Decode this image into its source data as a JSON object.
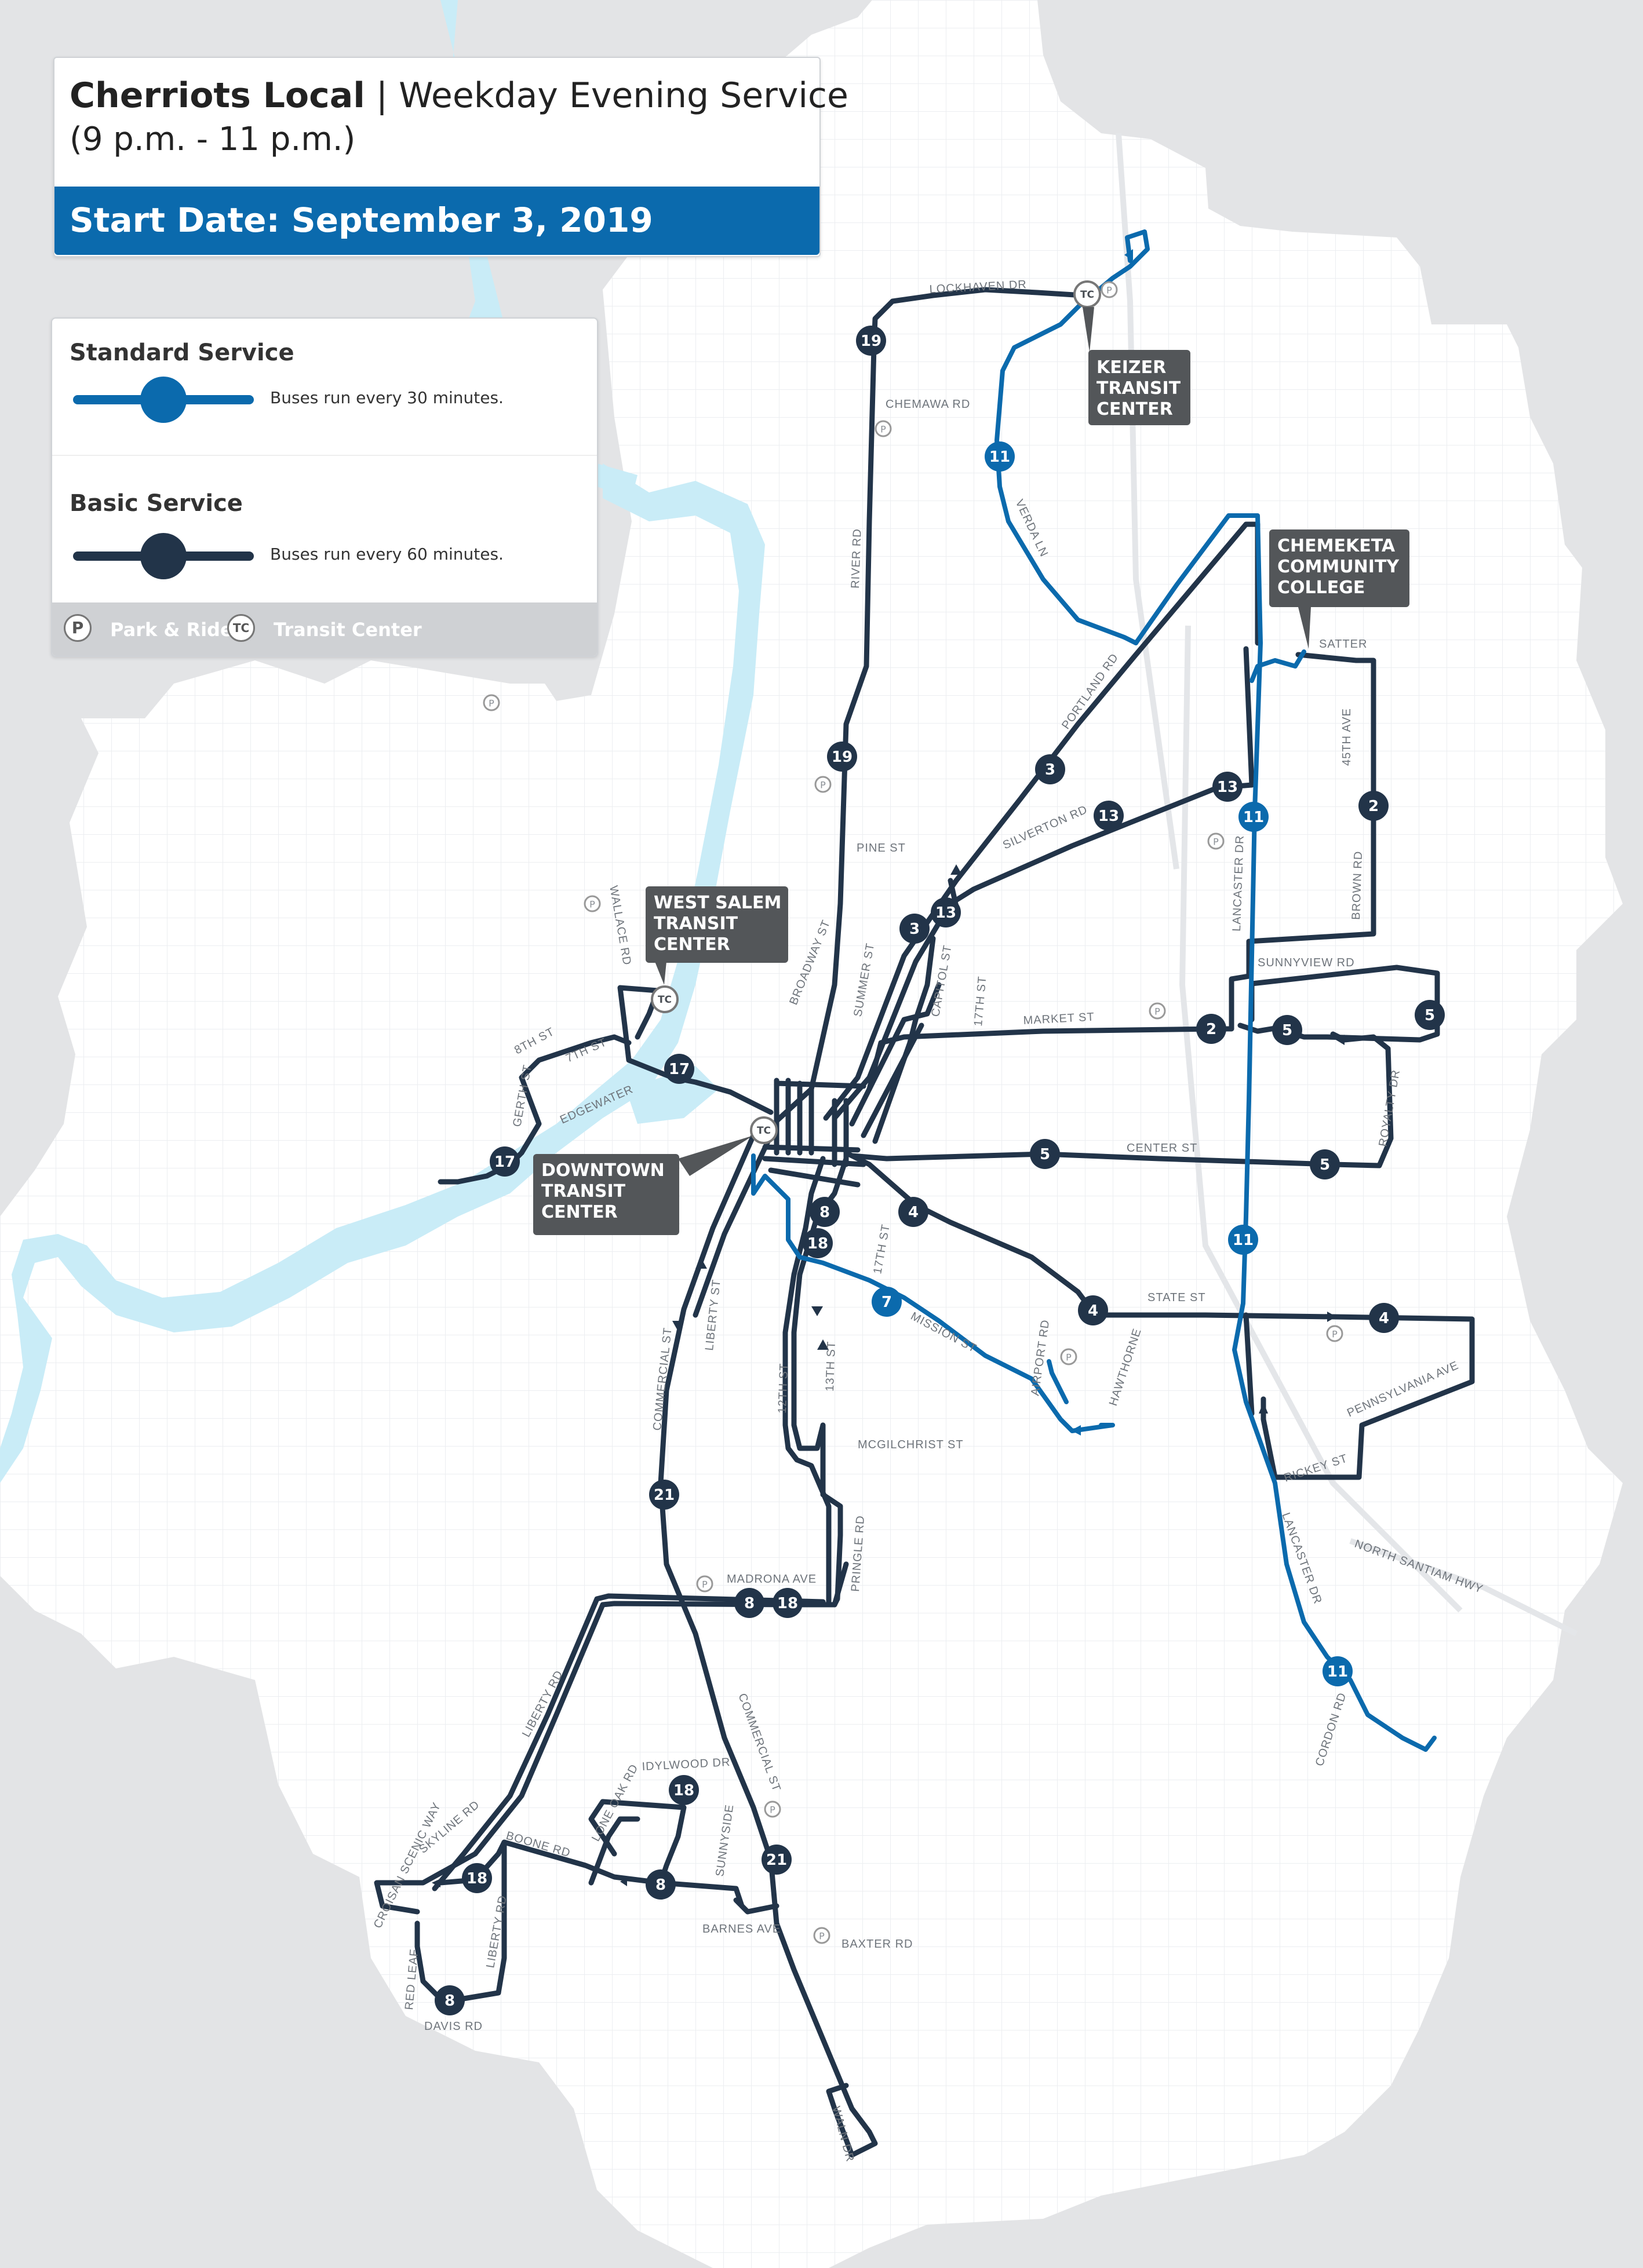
{
  "header": {
    "title_bold": "Cherriots Local",
    "title_separator": " | ",
    "title_rest": "Weekday Evening Service",
    "title_hours": "(9 p.m. - 11 p.m.)",
    "start_date": "Start Date: September 3, 2019"
  },
  "legend": {
    "standard_title": "Standard Service",
    "standard_desc": "Buses run every 30 minutes.",
    "basic_title": "Basic Service",
    "basic_desc": "Buses run every 60 minutes.",
    "park_ride_icon": "P",
    "park_ride_label": "Park & Ride",
    "transit_center_icon": "TC",
    "transit_center_label": "Transit Center"
  },
  "colors": {
    "standard_service": "#0b6aad",
    "basic_service": "#223449",
    "water": "#c9ecf7",
    "land": "#ffffff",
    "outside": "#e3e4e6",
    "callout": "#535659"
  },
  "transit_centers": {
    "keizer": "KEIZER\nTRANSIT\nCENTER",
    "chemeketa": "CHEMEKETA\nCOMMUNITY\nCOLLEGE",
    "west_salem": "WEST SALEM\nTRANSIT\nCENTER",
    "downtown": "DOWNTOWN\nTRANSIT\nCENTER"
  },
  "streets": {
    "lockhaven": "LOCKHAVEN DR",
    "chemawa": "CHEMAWA RD",
    "river": "RIVER RD",
    "verda": "VERDA LN",
    "portland": "PORTLAND RD",
    "satter": "SATTER",
    "ave45": "45TH AVE",
    "silverton": "SILVERTON RD",
    "pine": "PINE ST",
    "lancaster": "LANCASTER DR",
    "brown": "BROWN RD",
    "wallace": "WALLACE RD",
    "broadway": "BROADWAY ST",
    "summer": "SUMMER ST",
    "capitol": "CAPITOL ST",
    "st17n": "17TH ST",
    "sunnyview": "SUNNYVIEW RD",
    "market": "MARKET ST",
    "st8": "8TH ST",
    "st7": "7TH ST",
    "gerth": "GERTH ST",
    "edgewater": "EDGEWATER",
    "royalty": "ROYALTY DR",
    "center": "CENTER ST",
    "st17s": "17TH ST",
    "state": "STATE ST",
    "mission": "MISSION ST",
    "airport": "AIRPORT RD",
    "hawthorne": "HAWTHORNE",
    "pennsylvania": "PENNSYLVANIA AVE",
    "commercial": "COMMERCIAL ST",
    "liberty": "LIBERTY ST",
    "st12": "12TH ST",
    "st13": "13TH ST",
    "mcgilchrist": "MCGILCHRIST ST",
    "rickey": "RICKEY ST",
    "pringle": "PRINGLE RD",
    "lancaster_s": "LANCASTER DR",
    "north_santiam": "NORTH SANTIAM HWY",
    "madrona": "MADRONA AVE",
    "liberty_rd": "LIBERTY RD",
    "cordon": "CORDON RD",
    "commercial_s": "COMMERCIAL ST",
    "idylwood": "IDYLWOOD DR",
    "croisan": "CROISAN SCENIC WAY",
    "skyline": "SKYLINE RD",
    "boone": "BOONE RD",
    "lone_oak": "LONE OAK RD",
    "sunnyside": "SUNNYSIDE",
    "barnes": "BARNES AVE",
    "baxter": "BAXTER RD",
    "liberty_rd_s": "LIBERTY RD",
    "red_leaf": "RED LEAF",
    "davis": "DAVIS RD",
    "waln": "WALN DR"
  },
  "route_badges": {
    "r19": "19",
    "r11": "11",
    "r3": "3",
    "r13": "13",
    "r2": "2",
    "r5": "5",
    "r17": "17",
    "r4": "4",
    "r8": "8",
    "r18": "18",
    "r7": "7",
    "r21": "21"
  },
  "markers": {
    "tc": "TC",
    "pr": "P"
  }
}
